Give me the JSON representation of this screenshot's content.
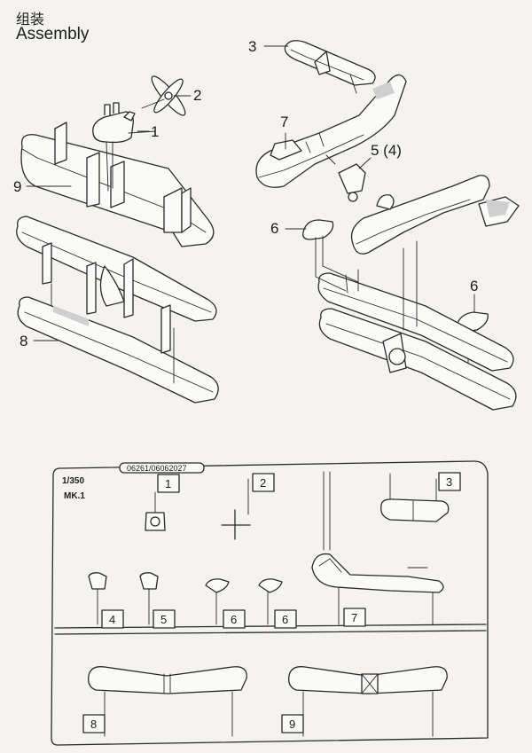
{
  "heading": {
    "cn": "组装",
    "en": "Assembly"
  },
  "callouts": {
    "c1": "1",
    "c2": "2",
    "c3": "3",
    "c5": "5 (4)",
    "c6a": "6",
    "c6b": "6",
    "c7": "7",
    "c8": "8",
    "c9": "9"
  },
  "sprue": {
    "code": "06261/06062027",
    "scale": "1/350",
    "mark": "MK.1",
    "parts": [
      "1",
      "2",
      "3",
      "4",
      "5",
      "6",
      "6",
      "7",
      "8",
      "9"
    ]
  }
}
